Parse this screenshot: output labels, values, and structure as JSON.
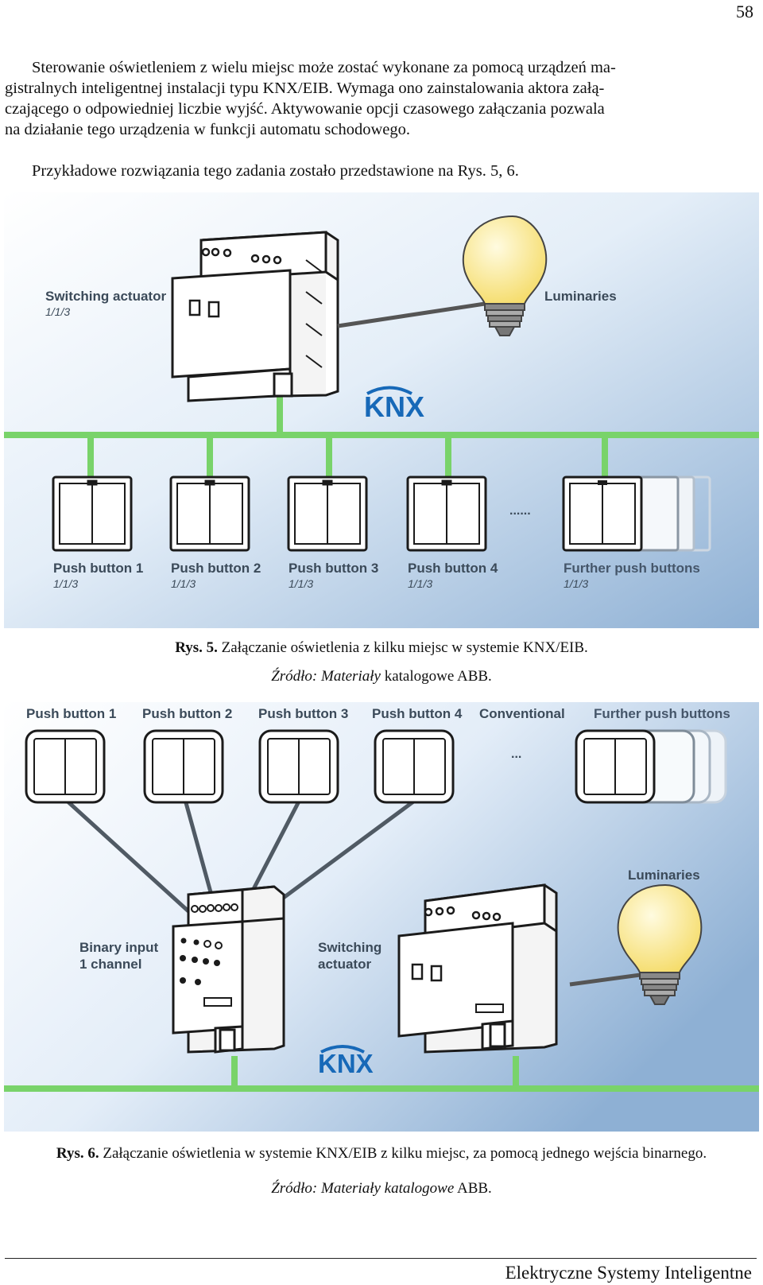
{
  "page_number": "58",
  "paragraph1": [
    "Sterowanie oświetleniem z wielu miejsc może zostać wykonane za pomocą urządzeń ma-",
    "gistralnych inteligentnej instalacji typu KNX/EIB. Wymaga ono zainstalowania aktora załą-",
    "czającego o odpowiedniej liczbie wyjść. Aktywowanie opcji czasowego załączania pozwala",
    "na działanie tego urządzenia w funkcji automatu schodowego."
  ],
  "paragraph2": "Przykładowe rozwiązania tego zadania zostało przedstawione na Rys. 5, 6.",
  "figure1": {
    "actuator_label": "Switching actuator",
    "actuator_addr": "1/1/3",
    "luminaries_label": "Luminaries",
    "knx_logo": "KNX",
    "buttons": [
      {
        "label": "Push button 1",
        "addr": "1/1/3"
      },
      {
        "label": "Push button 2",
        "addr": "1/1/3"
      },
      {
        "label": "Push button 3",
        "addr": "1/1/3"
      },
      {
        "label": "Push button 4",
        "addr": "1/1/3"
      }
    ],
    "dots": "......",
    "further_label": "Further push buttons",
    "further_addr": "1/1/3"
  },
  "caption1": {
    "prefix": "Rys. 5.",
    "text": " Załączanie oświetlenia z kilku miejsc w systemie KNX/EIB."
  },
  "source1": {
    "italic": "Źródło: Materiały",
    "rest": " katalogowe ABB."
  },
  "figure2": {
    "buttons": [
      "Push button 1",
      "Push button 2",
      "Push button 3",
      "Push button 4"
    ],
    "conventional_label": "Conventional",
    "further_label": "Further push buttons",
    "dots": "...",
    "binary_input_line1": "Binary input",
    "binary_input_line2": "1 channel",
    "actuator_line1": "Switching",
    "actuator_line2": "actuator",
    "luminaries_label": "Luminaries",
    "knx_logo": "KNX"
  },
  "caption2": {
    "prefix": "Rys. 6.",
    "text": " Załączanie oświetlenia w systemie KNX/EIB z kilku miejsc, za pomocą jednego wejścia binarnego."
  },
  "source2": {
    "italic": "Źródło: Materiały katalogowe",
    "rest": " ABB."
  },
  "footer": "Elektryczne Systemy Inteligentne",
  "colors": {
    "bus_green": "#79d36a",
    "bg_light": "#eef4fb",
    "bg_blue": "#8eb0d4",
    "bulb_yellow": "#fbe889",
    "label": "#3b4a59"
  }
}
